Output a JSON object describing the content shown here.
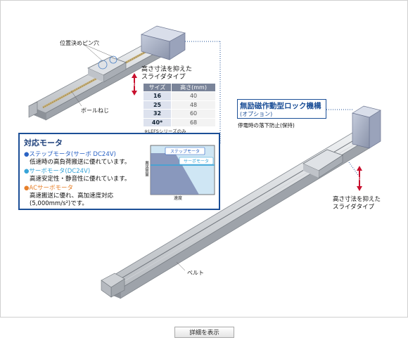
{
  "labels": {
    "pin_hole": "位置決めピン穴",
    "ball_screw": "ボールねじ",
    "belt": "ベルト",
    "slider_title_line1": "高さ寸法を抑えた",
    "slider_title_line2": "スライダタイプ"
  },
  "size_table": {
    "headers": [
      "サイズ",
      "高さ(mm)"
    ],
    "rows": [
      {
        "size": "16",
        "height": "40"
      },
      {
        "size": "25",
        "height": "48"
      },
      {
        "size": "32",
        "height": "60"
      },
      {
        "size": "40*",
        "height": "68"
      }
    ],
    "note": "※LEFSシリーズのみ"
  },
  "motor": {
    "title": "対応モータ",
    "items": [
      {
        "name": "●ステップモータ(サーボ DC24V)",
        "desc": "低速時の高負荷搬送に優れています。"
      },
      {
        "name": "●サーボモータ(DC24V)",
        "desc": "高速安定性・静音性に優れています。"
      },
      {
        "name": "●ACサーボモータ",
        "desc": "高速搬送に優れ、高加速度対応",
        "desc2": "(5,000mm/s²)です。"
      }
    ],
    "chart": {
      "step_label": "ステップモータ",
      "servo_label": "サーボモータ",
      "y_label": "搬送質量",
      "x_label": "速度"
    }
  },
  "lock": {
    "title": "無励磁作動型ロック機構",
    "subtitle": "(オプション)",
    "desc": "停電時の落下防止(保持)"
  },
  "right_slider": {
    "line1": "高さ寸法を抑えた",
    "line2": "スライダタイプ"
  },
  "button": {
    "detail": "詳細を表示"
  },
  "colors": {
    "accent_blue": "#1c4f97",
    "step_blue": "#2b63c4",
    "servo_cyan": "#37a4d8",
    "ac_orange": "#e7802a",
    "arrow_red": "#c8102e"
  }
}
